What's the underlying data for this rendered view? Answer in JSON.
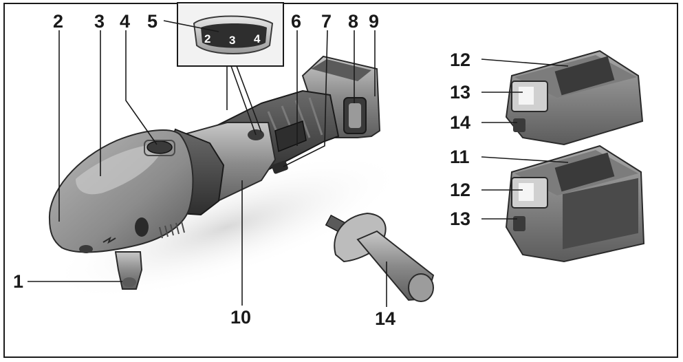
{
  "diagram": {
    "callouts": [
      {
        "id": "c1",
        "text": "1"
      },
      {
        "id": "c2",
        "text": "2"
      },
      {
        "id": "c3",
        "text": "3"
      },
      {
        "id": "c4",
        "text": "4"
      },
      {
        "id": "c5",
        "text": "5"
      },
      {
        "id": "c6",
        "text": "6"
      },
      {
        "id": "c7",
        "text": "7"
      },
      {
        "id": "c8",
        "text": "8"
      },
      {
        "id": "c9",
        "text": "9"
      },
      {
        "id": "c10",
        "text": "10"
      },
      {
        "id": "c14h",
        "text": "14"
      },
      {
        "id": "c12a",
        "text": "12"
      },
      {
        "id": "c13a",
        "text": "13"
      },
      {
        "id": "c14a",
        "text": "14"
      },
      {
        "id": "c11b",
        "text": "11"
      },
      {
        "id": "c12b",
        "text": "12"
      },
      {
        "id": "c13b",
        "text": "13"
      }
    ],
    "dial": {
      "left": "2",
      "center": "3",
      "right": "4"
    },
    "colors": {
      "body": "#8f8f8f",
      "body_dark": "#4a4a4a",
      "body_light": "#bdbdbd",
      "ink": "#1a1a1a"
    }
  }
}
